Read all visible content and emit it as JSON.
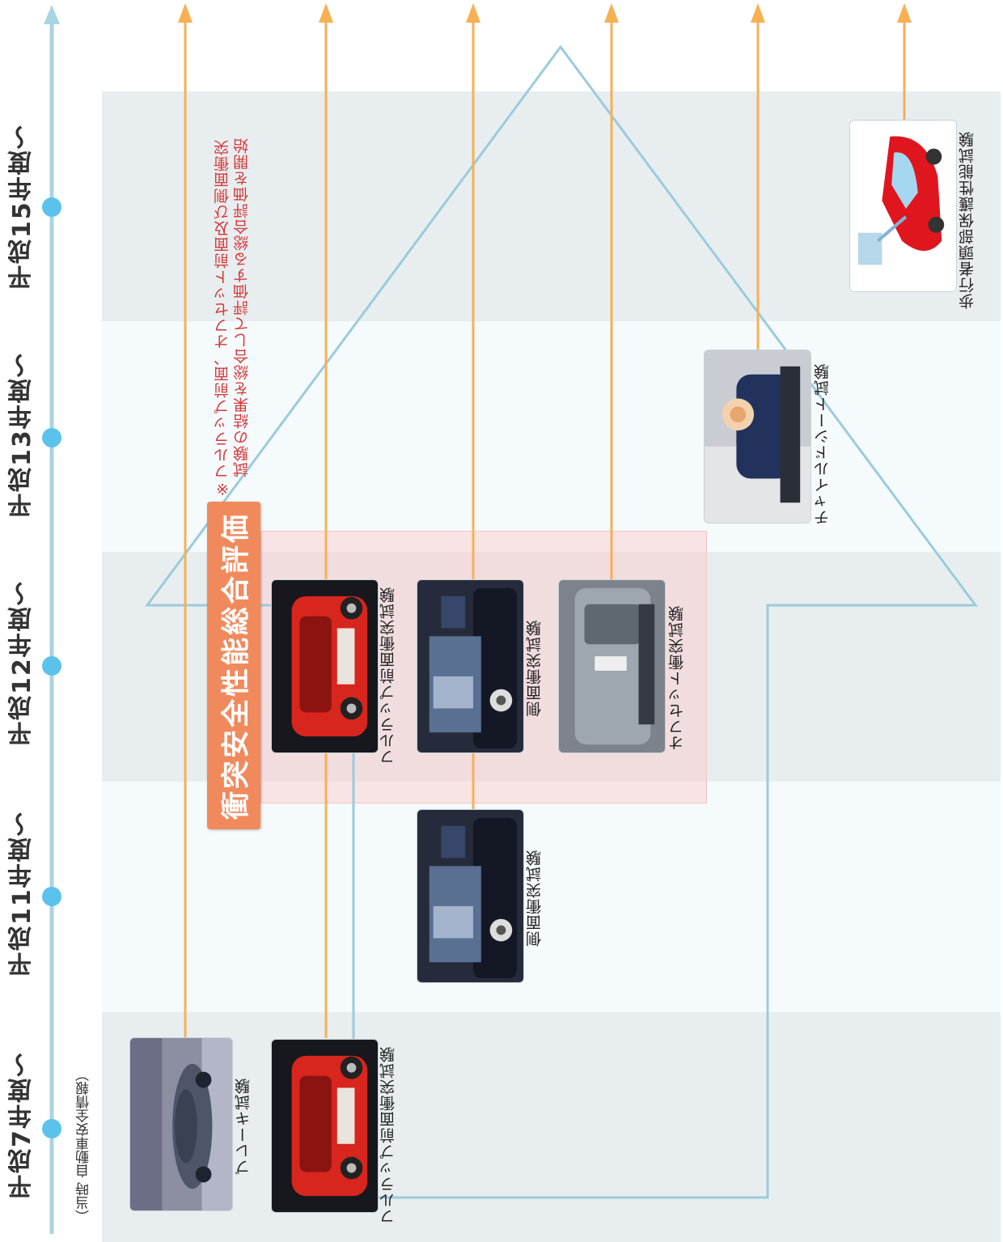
{
  "timeline": {
    "eras": [
      {
        "label": "平成7年度〜"
      },
      {
        "label": "平成11年度〜"
      },
      {
        "label": "平成12年度〜"
      },
      {
        "label": "平成13年度〜"
      },
      {
        "label": "平成15年度〜"
      }
    ],
    "era_note": "（当時 自動車安全情報）"
  },
  "evaluation": {
    "title": "衝突安全性能総合評価",
    "note_line1": "※フルラップ前面、オフセット前面及び側面衝突",
    "note_line2": "試験の結果を総合して評価する総合評価を開始"
  },
  "tests": {
    "brake": "ブレーキ試験",
    "full_lap_h7": "フルラップ前面衝突試験",
    "side_h11": "側面衝突試験",
    "full_lap_h12": "フルラップ前面衝突試験",
    "side_h12": "側面衝突試験",
    "offset_h12": "オフセット衝突試験",
    "child_seat": "チャイルドシート試験",
    "pedestrian": "歩行者頭部保護性能試験"
  },
  "colors": {
    "timeline": "#a8d4e3",
    "dot": "#5bc2ec",
    "arrow": "#f7b054",
    "big_arrow": "#9ccbdb",
    "eval_box": "#f08a5d",
    "note": "#d43a3a"
  }
}
